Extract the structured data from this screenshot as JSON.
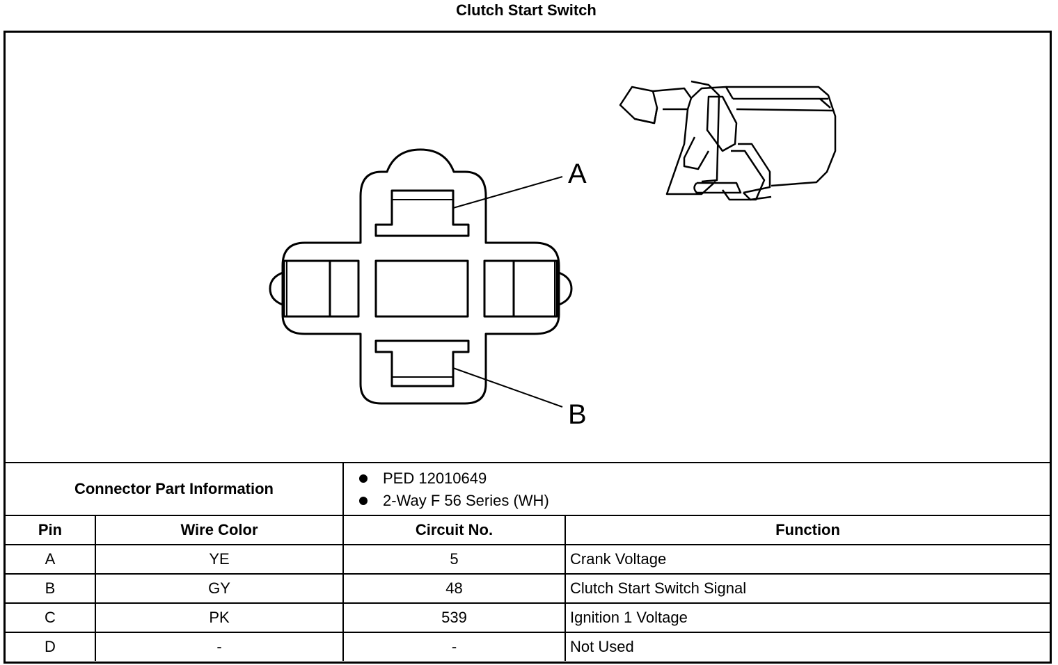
{
  "title": "Clutch Start Switch",
  "diagram": {
    "callouts": [
      "A",
      "B"
    ]
  },
  "connector_info": {
    "label": "Connector Part Information",
    "items": [
      "PED 12010649",
      "2-Way F 56 Series (WH)"
    ]
  },
  "table": {
    "headers": [
      "Pin",
      "Wire Color",
      "Circuit No.",
      "Function"
    ],
    "rows": [
      [
        "A",
        "YE",
        "5",
        "Crank Voltage"
      ],
      [
        "B",
        "GY",
        "48",
        "Clutch Start Switch Signal"
      ],
      [
        "C",
        "PK",
        "539",
        "Ignition 1 Voltage"
      ],
      [
        "D",
        "-",
        "-",
        "Not Used"
      ]
    ]
  }
}
